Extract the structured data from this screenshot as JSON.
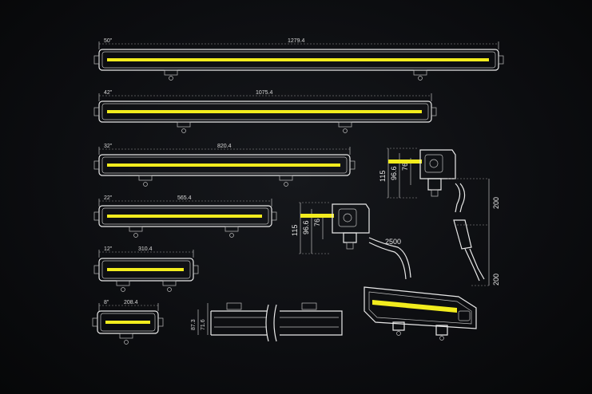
{
  "bars": [
    {
      "size": "50\"",
      "length": "1279.4"
    },
    {
      "size": "42\"",
      "length": "1075.4"
    },
    {
      "size": "32\"",
      "length": "820.4"
    },
    {
      "size": "22\"",
      "length": "565.4"
    },
    {
      "size": "12\"",
      "length": "310.4"
    },
    {
      "size": "8\"",
      "length": "208.4"
    }
  ],
  "profile": {
    "height_total": "87.3",
    "height_body": "71.6"
  },
  "bracket_left": {
    "h1": "115",
    "h2": "96.6",
    "h3": "76",
    "cable": "2500"
  },
  "bracket_right": {
    "h1": "115",
    "h2": "96.6",
    "h3": "76",
    "d1": "200",
    "d2": "200"
  },
  "colors": {
    "background": "#0a0b0d",
    "line": "#e8e8e8",
    "led": "#f2ec1e"
  }
}
